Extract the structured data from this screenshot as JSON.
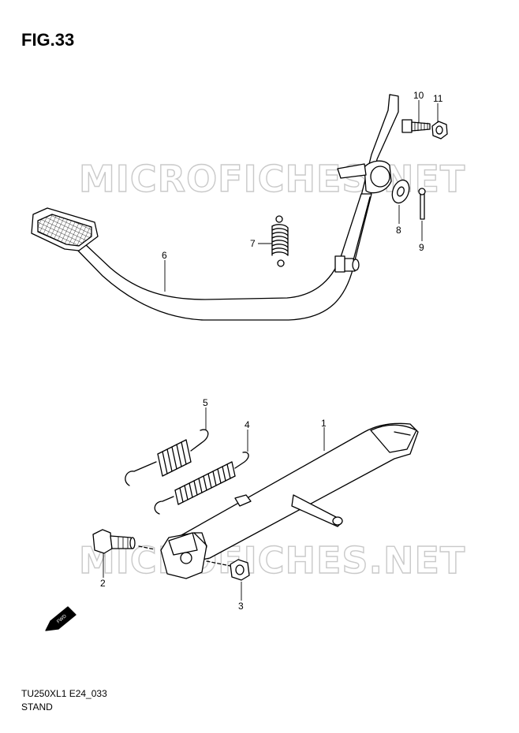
{
  "figure": {
    "title": "FIG.33",
    "code": "TU250XL1 E24_033",
    "caption": "STAND"
  },
  "watermark": "MICROFICHES.NET",
  "direction_badge": "FWD",
  "parts": [
    {
      "ref": "1",
      "name": "side stand"
    },
    {
      "ref": "2",
      "name": "stand bolt"
    },
    {
      "ref": "3",
      "name": "nut"
    },
    {
      "ref": "4",
      "name": "long spring"
    },
    {
      "ref": "5",
      "name": "short spring"
    },
    {
      "ref": "6",
      "name": "brake pedal"
    },
    {
      "ref": "7",
      "name": "pedal return spring"
    },
    {
      "ref": "8",
      "name": "washer"
    },
    {
      "ref": "9",
      "name": "cotter pin"
    },
    {
      "ref": "10",
      "name": "bolt"
    },
    {
      "ref": "11",
      "name": "nut"
    }
  ],
  "colors": {
    "line": "#000000",
    "watermark": "#c9c9c9",
    "background": "#ffffff"
  }
}
